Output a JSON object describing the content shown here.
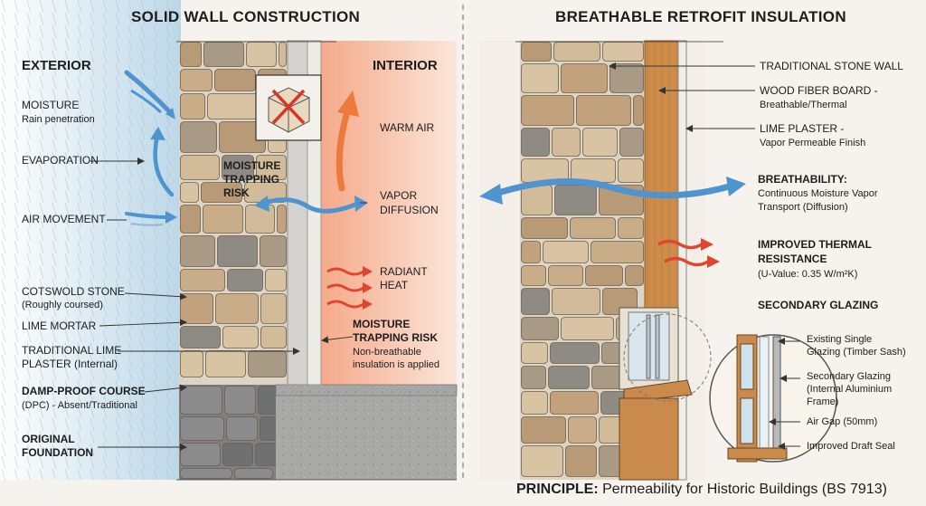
{
  "left_panel": {
    "title": "SOLID WALL CONSTRUCTION",
    "exterior_label": "EXTERIOR",
    "interior_label": "INTERIOR",
    "moisture": {
      "title": "MOISTURE",
      "sub": "Rain penetration"
    },
    "evaporation": "EVAPORATION",
    "air_movement": "AIR MOVEMENT",
    "cotswold_stone": {
      "title": "COTSWOLD STONE",
      "sub": "(Roughly coursed)"
    },
    "lime_mortar": "LIME MORTAR",
    "lime_plaster": {
      "line1": "TRADITIONAL LIME",
      "line2": "PLASTER (Internal)"
    },
    "dpc": {
      "title": "DAMP-PROOF COURSE",
      "sub": "(DPC) - Absent/Traditional"
    },
    "foundation": {
      "line1": "ORIGINAL",
      "line2": "FOUNDATION"
    },
    "moisture_trap_wall": {
      "line1": "MOISTURE",
      "line2": "TRAPPING",
      "line3": "RISK"
    },
    "warm_air": "WARM AIR",
    "vapor_diffusion": {
      "line1": "VAPOR",
      "line2": "DIFFUSION"
    },
    "radiant_heat": {
      "line1": "RADIANT",
      "line2": "HEAT"
    },
    "moisture_trap_interior": {
      "line1": "MOISTURE",
      "line2": "TRAPPING RISK",
      "sub1": "Non-breathable",
      "sub2": "insulation is applied"
    }
  },
  "right_panel": {
    "title": "BREATHABLE RETROFIT INSULATION",
    "stone_wall": "TRADITIONAL STONE WALL",
    "wood_fiber": {
      "line1": "WOOD FIBER BOARD -",
      "line2": "Breathable/Thermal"
    },
    "lime_plaster": {
      "line1": "LIME PLASTER -",
      "line2": "Vapor Permeable Finish"
    },
    "breathability": {
      "title": "BREATHABILITY:",
      "sub1": "Continuous Moisture Vapor",
      "sub2": "Transport (Diffusion)"
    },
    "thermal": {
      "line1": "IMPROVED THERMAL",
      "line2": "RESISTANCE",
      "sub": "(U-Value: 0.35 W/m²K)"
    },
    "secondary_glazing": {
      "title": "SECONDARY GLAZING",
      "existing": {
        "line1": "Existing Single",
        "line2": "Glazing (Timber Sash)"
      },
      "secondary": {
        "line1": "Secondary Glazing",
        "line2": "(Internal Aluminium",
        "line3": "Frame)"
      },
      "air_gap": "Air Gap (50mm)",
      "draft_seal": "Improved Draft Seal"
    }
  },
  "principle": {
    "label": "PRINCIPLE:",
    "text": "Permeability for Historic Buildings (BS 7913)"
  },
  "colors": {
    "stone": "#c8ad88",
    "stone_dark": "#9c8a72",
    "mortar": "#ddd4c4",
    "sky": "#cfe3ee",
    "warm": "#f6c3a8",
    "arrow_blue": "#4f93cf",
    "arrow_red": "#e0452f",
    "arrow_orange": "#ec7a3b",
    "wood": "#c98a4b"
  }
}
